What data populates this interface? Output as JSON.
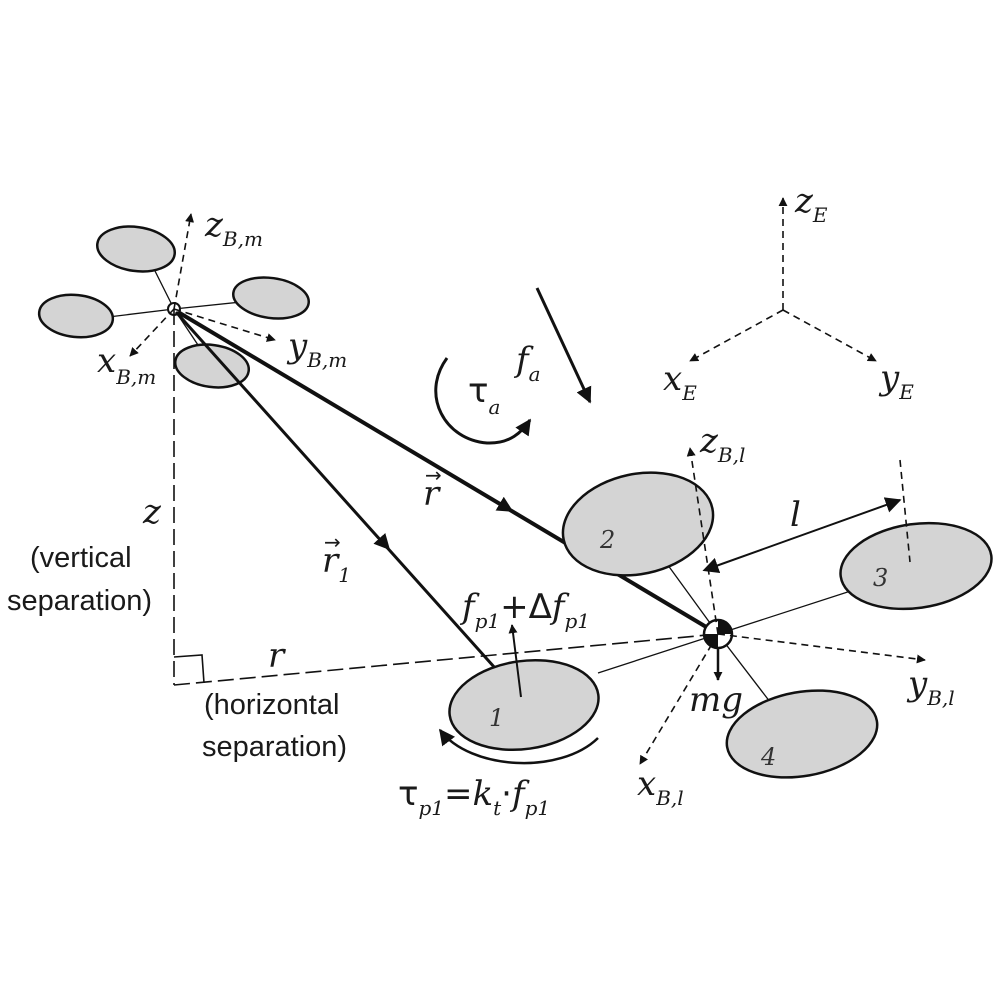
{
  "leader_frame": {
    "z": {
      "base": "z",
      "sub": "B,m"
    },
    "y": {
      "base": "y",
      "sub": "B,m"
    },
    "x": {
      "base": "x",
      "sub": "B,m"
    }
  },
  "earth_frame": {
    "z": {
      "base": "z",
      "sub": "E"
    },
    "y": {
      "base": "y",
      "sub": "E"
    },
    "x": {
      "base": "x",
      "sub": "E"
    }
  },
  "load_frame": {
    "z": {
      "base": "z",
      "sub": "B,l"
    },
    "y": {
      "base": "y",
      "sub": "B,l"
    },
    "x": {
      "base": "x",
      "sub": "B,l"
    }
  },
  "labels": {
    "z_sep": "z",
    "vertical_line1": "(vertical",
    "vertical_line2": "separation)",
    "r_sep": "r",
    "horizontal_line1": "(horizontal",
    "horizontal_line2": "separation)",
    "arm_length": "l",
    "gravity": "mg",
    "r_vec": "r",
    "r1_vec_base": "r",
    "r1_vec_sub": "1",
    "arrow_accent": "→"
  },
  "aero": {
    "force_base": "f",
    "force_sub": "a",
    "torque_base": "τ",
    "torque_sub": "a"
  },
  "propeller_numbers": [
    "1",
    "2",
    "3",
    "4"
  ],
  "thrust": {
    "f": "f",
    "sub": "p1",
    "plus_delta": "+Δ",
    "f2": "f",
    "sub2": "p1"
  },
  "prop_torque": {
    "tau": "τ",
    "tau_sub": "p1",
    "equals": "=",
    "k": "k",
    "k_sub": "t",
    "dot": "·",
    "f": "f",
    "f_sub": "p1"
  }
}
